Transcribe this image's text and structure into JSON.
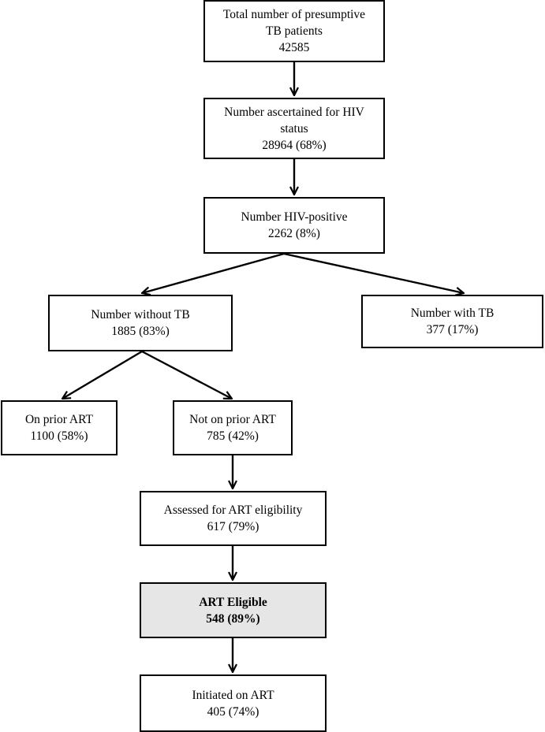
{
  "nodes": {
    "presumptive": {
      "line1": "Total number of presumptive",
      "line2": "TB patients",
      "line3": "42585"
    },
    "hiv_status": {
      "line1": "Number ascertained for HIV",
      "line2": "status",
      "line3": "28964 (68%)"
    },
    "hiv_positive": {
      "line1": "Number HIV-positive",
      "line2": "2262 (8%)"
    },
    "without_tb": {
      "line1": "Number without TB",
      "line2": "1885 (83%)"
    },
    "with_tb": {
      "line1": "Number with TB",
      "line2": "377 (17%)"
    },
    "prior_art": {
      "line1": "On prior ART",
      "line2": "1100 (58%)"
    },
    "not_prior_art": {
      "line1": "Not on prior ART",
      "line2": "785 (42%)"
    },
    "assessed": {
      "line1": "Assessed for ART eligibility",
      "line2": "617 (79%)"
    },
    "eligible": {
      "line1": "ART Eligible",
      "line2": "548 (89%)"
    },
    "initiated": {
      "line1": "Initiated on ART",
      "line2": "405 (74%)"
    }
  },
  "colors": {
    "border": "#000000",
    "highlight_fill": "#e6e6e6",
    "background": "#ffffff"
  }
}
